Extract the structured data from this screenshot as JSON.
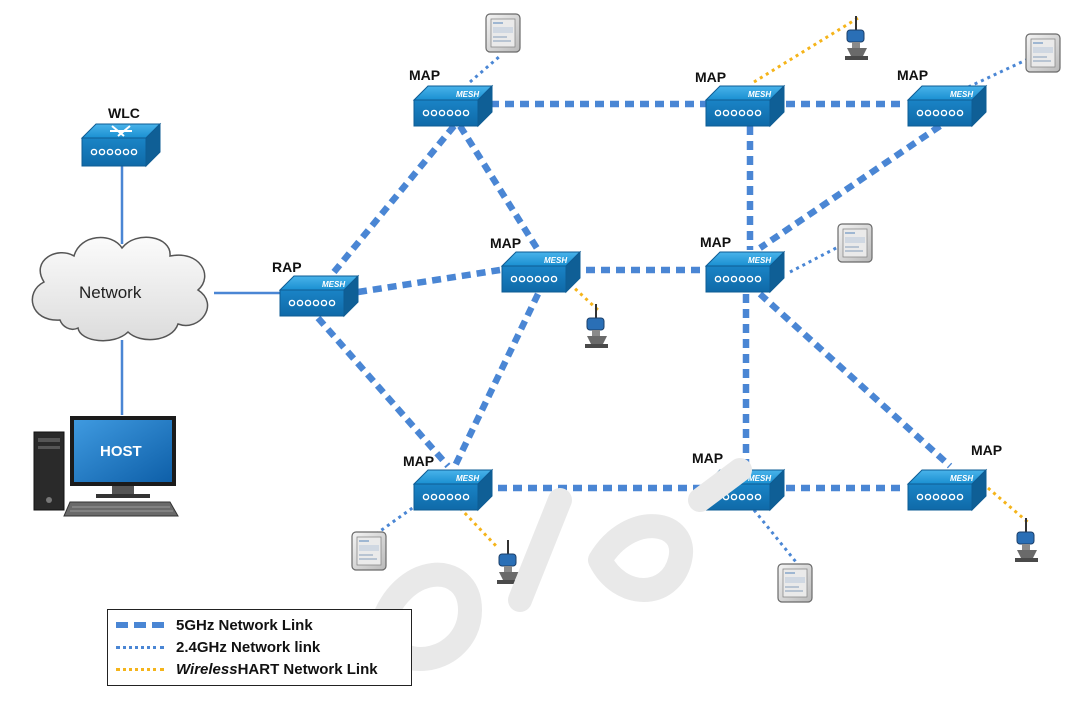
{
  "labels": {
    "wlc": "WLC",
    "network": "Network",
    "host": "HOST",
    "rap": "RAP",
    "map": "MAP",
    "mesh_badge": "MESH"
  },
  "legend": {
    "items": [
      {
        "name": "5GHz Network Link",
        "style": "thick-dashed",
        "color": "#4a86d4"
      },
      {
        "name": "2.4GHz Network link",
        "style": "dotted",
        "color": "#4a86d4"
      },
      {
        "name_italic": "Wireless",
        "name_rest": "HART Network Link",
        "style": "dotted",
        "color": "#f5b41a"
      }
    ]
  },
  "colors": {
    "link_blue": "#4a86d4",
    "wirelesshart": "#f5b41a",
    "device_blue": "#1d8fd0",
    "wire": "#4a86d4"
  }
}
